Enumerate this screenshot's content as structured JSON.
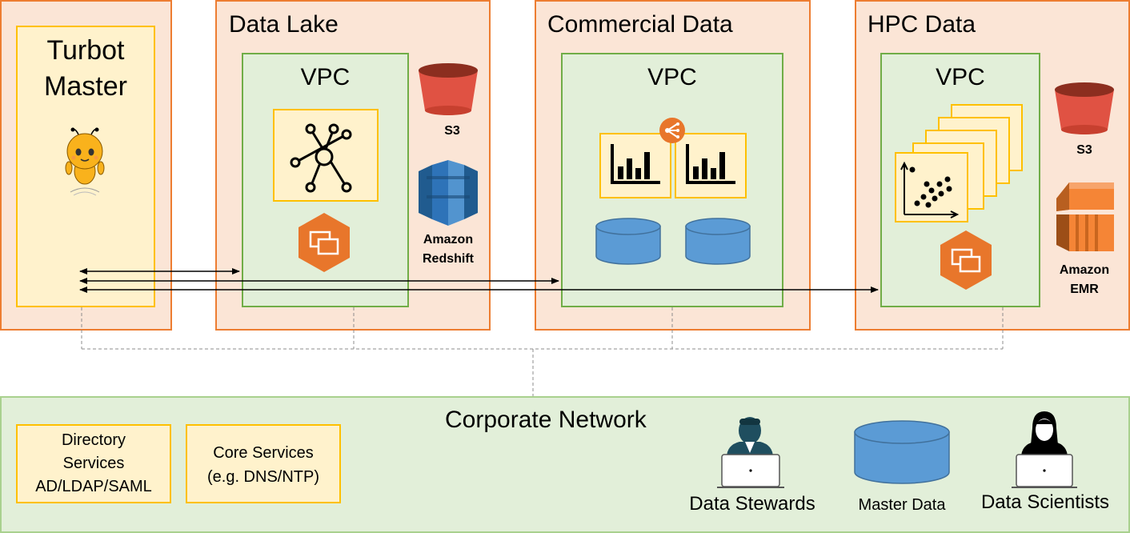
{
  "accounts": {
    "turbot": {
      "title_line1": "Turbot",
      "title_line2": "Master",
      "icon": "turbot-bee-icon"
    },
    "data_lake": {
      "title": "Data Lake",
      "vpc_label": "VPC",
      "services": [
        "S3",
        "Amazon",
        "Redshift"
      ]
    },
    "commercial": {
      "title": "Commercial Data",
      "vpc_label": "VPC"
    },
    "hpc": {
      "title": "HPC Data",
      "vpc_label": "VPC",
      "services": [
        "S3",
        "Amazon",
        "EMR"
      ]
    }
  },
  "corporate": {
    "title": "Corporate Network",
    "directory_services": [
      "Directory",
      "Services",
      "AD/LDAP/SAML"
    ],
    "core_services": [
      "Core Services",
      "(e.g. DNS/NTP)"
    ],
    "data_stewards": "Data Stewards",
    "master_data": "Master Data",
    "data_scientists": "Data Scientists"
  },
  "colors": {
    "account_fill": "#fbe5d6",
    "account_border": "#ed7d31",
    "vpc_fill": "#e2efd9",
    "vpc_border": "#70ad47",
    "highlight_fill": "#fff2cc",
    "highlight_border": "#ffc000",
    "s3_red": "#e05243",
    "redshift_blue": "#2e73b8",
    "emr_orange": "#f58536",
    "database_blue": "#5b9bd5",
    "person_teal": "#1f4e5f"
  }
}
